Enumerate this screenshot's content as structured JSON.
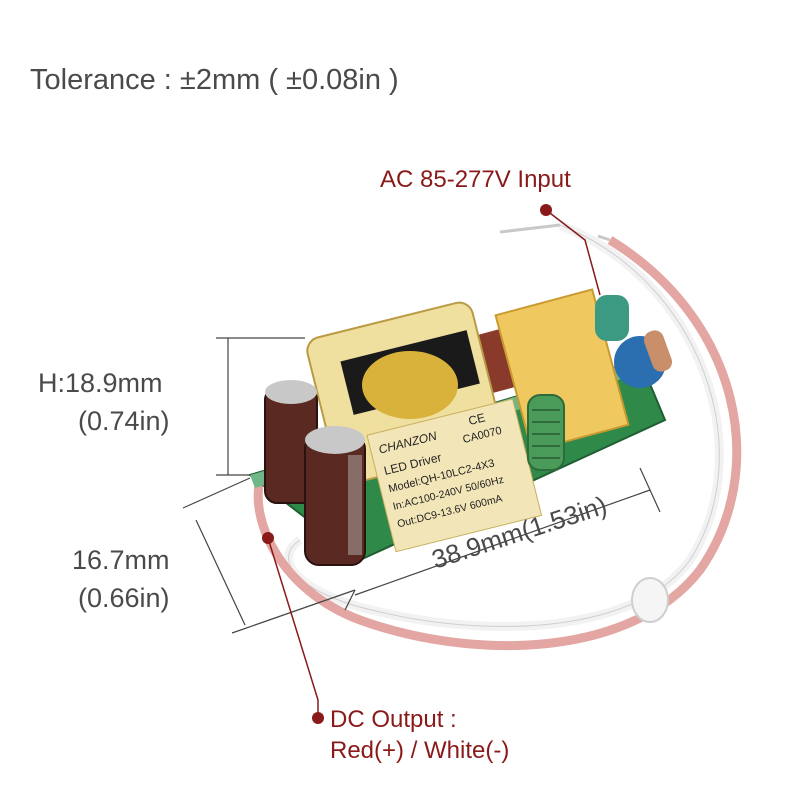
{
  "tolerance": "Tolerance : ±2mm ( ±0.08in )",
  "input_label": "AC 85-277V Input",
  "height": {
    "mm": "H:18.9mm",
    "inch": "(0.74in)"
  },
  "width": {
    "mm": "16.7mm",
    "inch": "(0.66in)"
  },
  "length": "38.9mm(1.53in)",
  "output": {
    "line1": "DC Output :",
    "line2": "Red(+) / White(-)"
  },
  "transformer_label": {
    "brand": "CHANZON",
    "cert": "CE",
    "code": "CA0070",
    "title": "LED Driver",
    "model": "Model:QH-10LC2-4X3",
    "input": "In:AC100-240V 50/60Hz",
    "output": "Out:DC9-13.6V 600mA"
  },
  "colors": {
    "callout": "#8a1a1a",
    "text": "#4a4a4a",
    "pcb": "#2f8a4a",
    "transformer": "#e8d27a"
  }
}
